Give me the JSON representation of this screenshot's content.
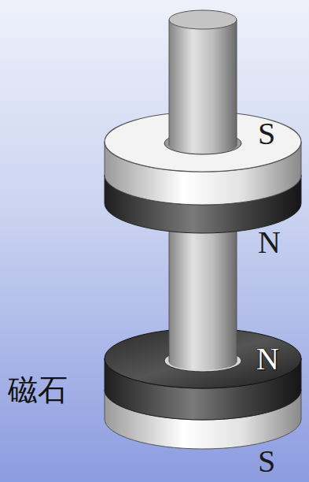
{
  "diagram": {
    "labels": [
      "S",
      "N",
      "N",
      "磁石",
      "S"
    ]
  }
}
